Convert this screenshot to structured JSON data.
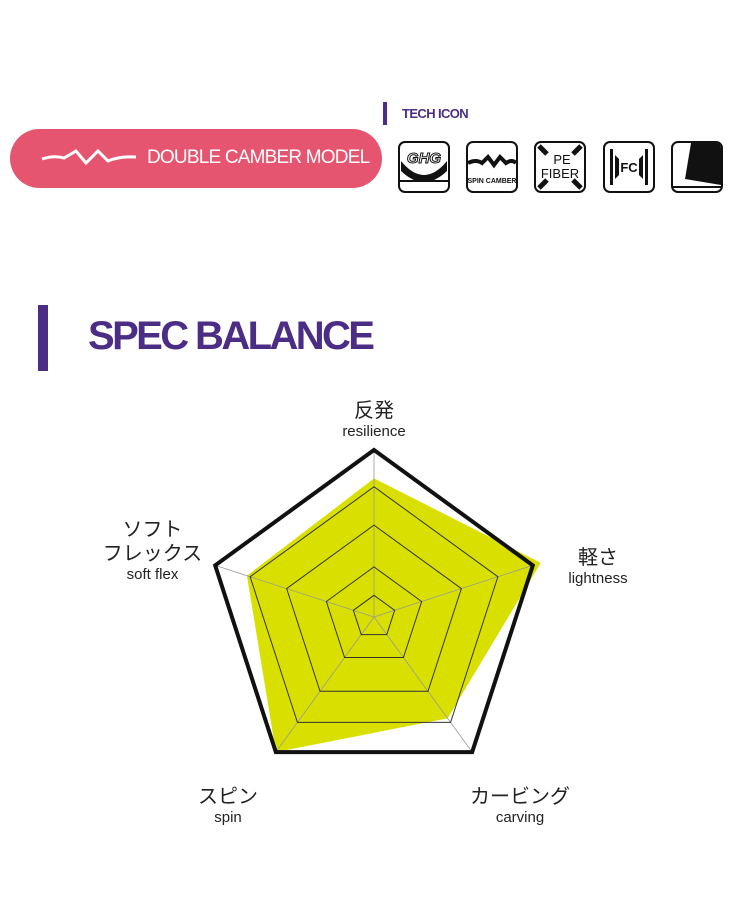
{
  "badge": {
    "label": "DOUBLE CAMBER MODEL",
    "icon": "double-camber-wave-icon",
    "color": "#e6556f"
  },
  "tech": {
    "title": "TECH ICON",
    "icons": [
      {
        "name": "ghg-icon",
        "text": "GHG"
      },
      {
        "name": "spin-camber-icon",
        "text": "SPIN CAMBER"
      },
      {
        "name": "pe-fiber-icon",
        "text": "PE FIBER"
      },
      {
        "name": "fc-icon",
        "text": "FC"
      },
      {
        "name": "sidewall-icon",
        "text": ""
      }
    ]
  },
  "section": {
    "title": "SPEC BALANCE",
    "accent": "#4b2d85"
  },
  "labels": {
    "resilience": {
      "jp": "反発",
      "en": "resilience"
    },
    "lightness": {
      "jp": "軽さ",
      "en": "lightness"
    },
    "carving": {
      "jp": "カービング",
      "en": "carving"
    },
    "spin": {
      "jp": "スピン",
      "en": "spin"
    },
    "softflex": {
      "jp1": "ソフト",
      "jp2": "フレックス",
      "en": "soft flex"
    }
  },
  "chart_data": {
    "type": "radar",
    "title": "SPEC BALANCE",
    "categories": [
      "resilience (反発)",
      "lightness (軽さ)",
      "carving (カービング)",
      "spin (スピン)",
      "soft flex (ソフトフレックス)"
    ],
    "values": [
      0.83,
      1.05,
      0.75,
      1.0,
      0.8
    ],
    "range": [
      0,
      1
    ],
    "grid_levels": [
      0.13,
      0.3,
      0.55,
      0.78,
      1.0
    ],
    "fill_color": "#d9e000",
    "outline_color": "#111111"
  }
}
